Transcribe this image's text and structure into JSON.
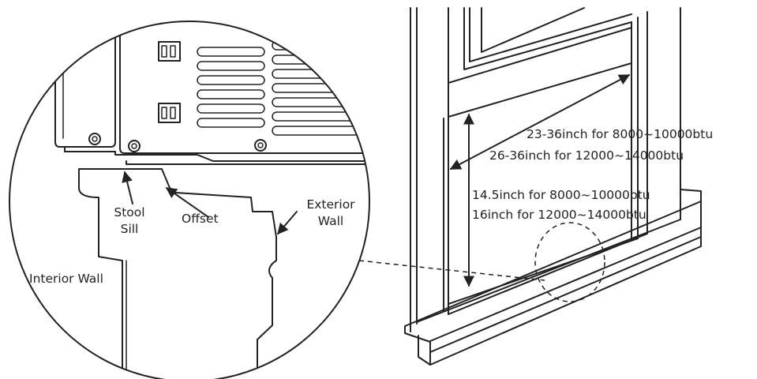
{
  "detail": {
    "stool_sill": [
      "Stool",
      "Sill"
    ],
    "offset": "Offset",
    "exterior_wall": [
      "Exterior",
      "Wall"
    ],
    "interior_wall": "Interior Wall"
  },
  "dimensions": {
    "width_line1": "23-36inch for 8000~10000btu",
    "width_line2": "26-36inch for 12000~14000btu",
    "height_line1": "14.5inch for 8000~10000btu",
    "height_line2": "16inch for 12000~14000btu"
  }
}
